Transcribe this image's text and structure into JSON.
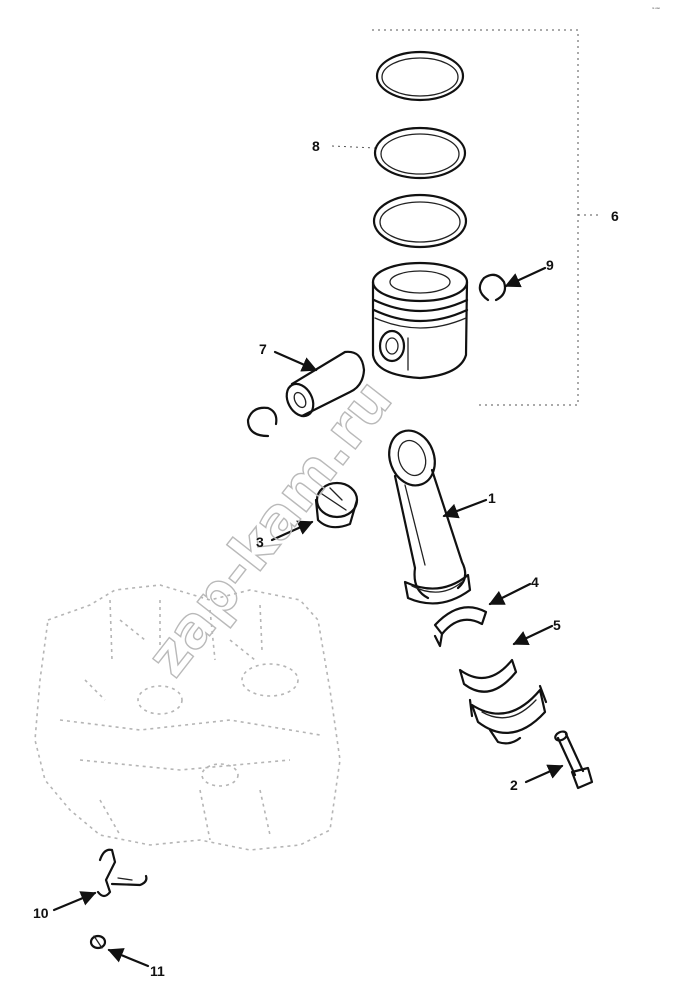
{
  "watermark": "zap-kam.ru",
  "corner_mark": "ᵐ ᵒᵒᵒ",
  "callouts": {
    "c1": "1",
    "c2": "2",
    "c3": "3",
    "c4": "4",
    "c5": "5",
    "c6": "6",
    "c7": "7",
    "c8": "8",
    "c9": "9",
    "c10": "10",
    "c11": "11"
  }
}
